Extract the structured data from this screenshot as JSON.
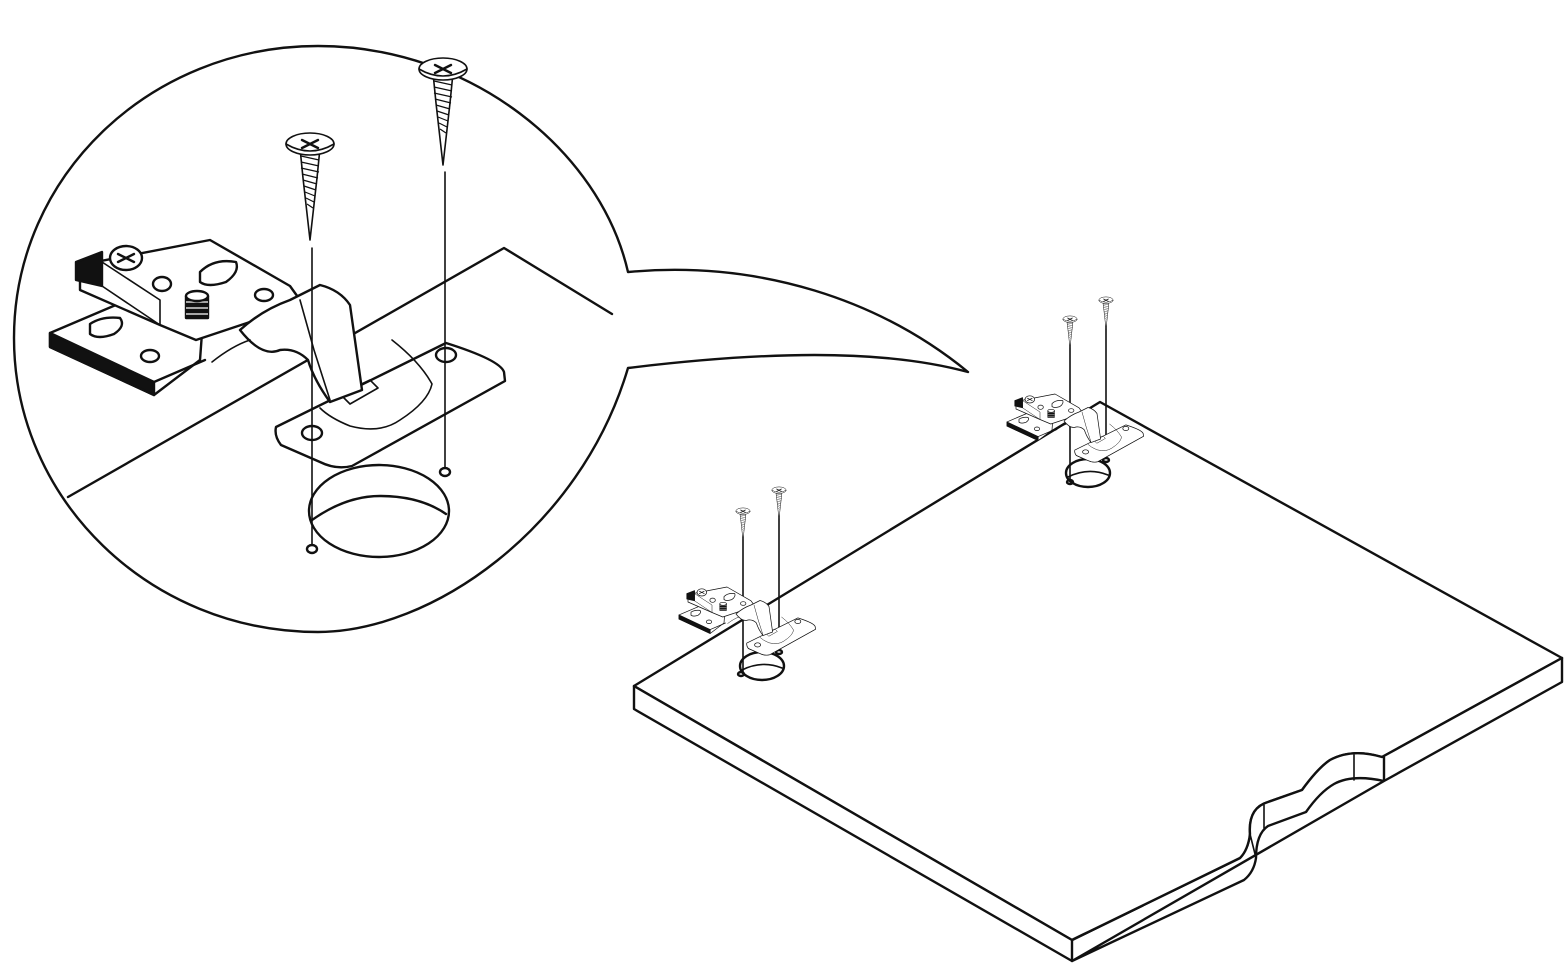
{
  "figure": {
    "kind": "assembly-instruction-illustration",
    "ink_color": "#111111",
    "background_color": "#ffffff",
    "components": [
      "panel",
      "cup-hinge",
      "screw",
      "hinge-cup-hole",
      "pilot-hole",
      "detail-callout"
    ]
  }
}
